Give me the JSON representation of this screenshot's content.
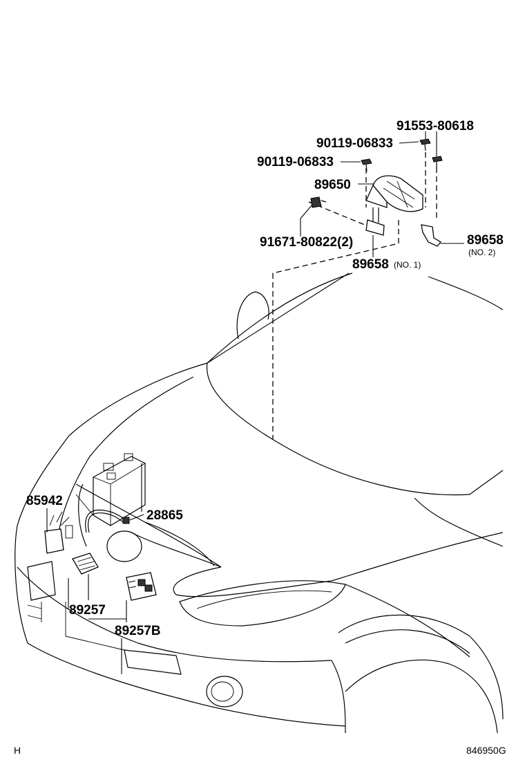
{
  "diagram": {
    "labels": {
      "p91553": "91553-80618",
      "p90119a": "90119-06833",
      "p90119b": "90119-06833",
      "p89650": "89650",
      "p91671": "91671-80822(2)",
      "p89658n2": "89658",
      "p89658n2_note": "(NO. 2)",
      "p89658n1": "89658",
      "p89658n1_note": "(NO. 1)",
      "p85942": "85942",
      "p28865": "28865",
      "p89257": "89257",
      "p89257b": "89257B"
    },
    "footer": {
      "left": "H",
      "right": "846950G"
    }
  }
}
